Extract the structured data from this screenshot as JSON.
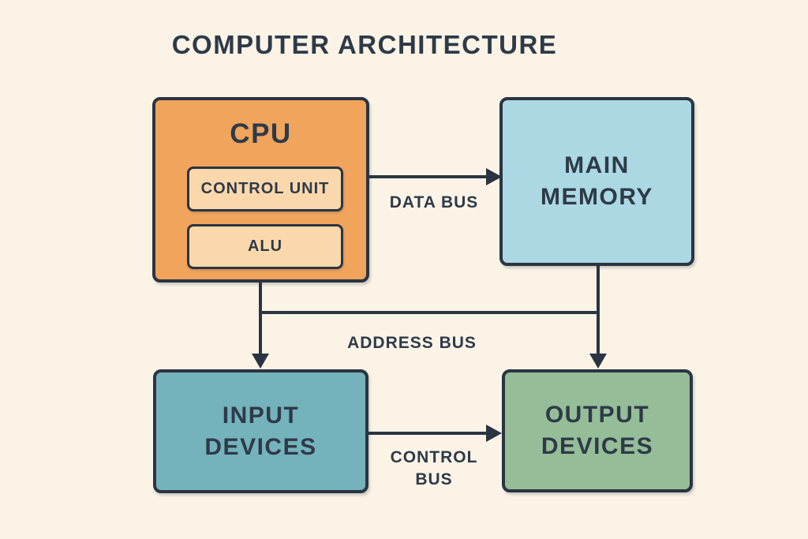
{
  "title": "COMPUTER ARCHITECTURE",
  "colors": {
    "background": "#fbf4e6",
    "stroke": "#2b3442",
    "text": "#2e3a48",
    "cpu_fill": "#f0a45c",
    "cpu_sub_fill": "#fad8ac",
    "memory_fill": "#abd8e2",
    "input_fill": "#74b2bc",
    "output_fill": "#95bd98"
  },
  "nodes": {
    "cpu": {
      "label": "CPU",
      "children": [
        {
          "label": "CONTROL UNIT"
        },
        {
          "label": "ALU"
        }
      ]
    },
    "memory": {
      "label": "MAIN MEMORY"
    },
    "input": {
      "label": "INPUT DEVICES"
    },
    "output": {
      "label": "OUTPUT DEVICES"
    }
  },
  "buses": {
    "data": {
      "label": "DATA BUS"
    },
    "address": {
      "label": "ADDRESS BUS"
    },
    "control": {
      "label": "CONTROL BUS"
    }
  }
}
